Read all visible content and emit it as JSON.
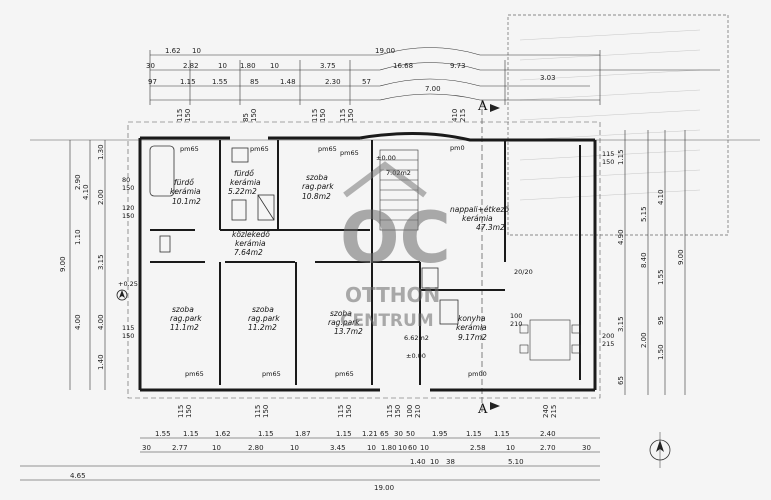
{
  "section_labels": [
    "A",
    "A"
  ],
  "rooms": [
    {
      "name": "fürdő",
      "floor": "kerámia",
      "area": "10.1m2"
    },
    {
      "name": "fürdő",
      "floor": "kerámia",
      "area": "5.22m2"
    },
    {
      "name": "szoba",
      "floor": "rag.park",
      "area": "10.8m2"
    },
    {
      "name": "közlekedő",
      "floor": "kerámia",
      "area": "7.64m2"
    },
    {
      "name": "nappali+étkező",
      "floor": "kerámia",
      "area": "47.3m2"
    },
    {
      "name": "szoba",
      "floor": "rag.park",
      "area": "11.1m2"
    },
    {
      "name": "szoba",
      "floor": "rag.park",
      "area": "11.2m2"
    },
    {
      "name": "szoba",
      "floor": "rag.park",
      "area": "13.7m2"
    },
    {
      "name": "konyha",
      "floor": "kerámia",
      "area": "9.17m2"
    }
  ],
  "extra_labels": {
    "level_plus": "±0.00",
    "level_025": "+0.25",
    "level_000": "±0.00",
    "kitchen_small": "6.62m2",
    "lobby_small": "7.02m2",
    "pm65": "pm65",
    "pm00": "pm00",
    "pm0": "pm0",
    "ratio": "20/20"
  },
  "top_dims": {
    "row1": [
      "1.62",
      "10",
      "19.00"
    ],
    "row2": [
      "30",
      "2.82",
      "10",
      "1.80",
      "10",
      "3.75",
      "16.68",
      "9.73"
    ],
    "row3": [
      "97",
      "1.15",
      "1.55",
      "85",
      "1.48",
      "2.30",
      "57",
      "7.00",
      "3.03"
    ],
    "openings": [
      "115",
      "150",
      "85",
      "150",
      "115",
      "150",
      "115",
      "150",
      "410",
      "215"
    ]
  },
  "bottom_dims": {
    "row1": [
      "1.55",
      "1.15",
      "1.62",
      "1.15",
      "1.87",
      "1.15",
      "1.21",
      "65",
      "30",
      "50",
      "1.95",
      "1.15",
      "1.15",
      "2.40"
    ],
    "row2": [
      "30",
      "2.77",
      "10",
      "2.80",
      "10",
      "3.45",
      "10",
      "1.80",
      "10",
      "60",
      "10",
      "2.58",
      "10",
      "2.70",
      "30"
    ],
    "row3": [
      "4.65",
      "1.40",
      "10",
      "38",
      "5.10"
    ],
    "total": "19.00",
    "openings": [
      "115",
      "150",
      "115",
      "150",
      "115",
      "150",
      "115",
      "150",
      "100",
      "210",
      "240",
      "215"
    ]
  },
  "left_dims": [
    "1.30",
    "2.90",
    "4.10",
    "2.00",
    "1.10",
    "3.15",
    "9.00",
    "4.00",
    "4.00",
    "1.40"
  ],
  "right_dims": [
    "1.15",
    "4.10",
    "5.15",
    "4.90",
    "8.40",
    "1.55",
    "3.15",
    "95",
    "2.00",
    "1.50",
    "65",
    "9.00"
  ],
  "window_labels": [
    "80",
    "150",
    "120",
    "150",
    "115",
    "150",
    "115",
    "150",
    "200",
    "215",
    "100",
    "210"
  ],
  "watermark": {
    "logo": "OC",
    "line1": "OTTHON",
    "line2": "CENTRUM"
  }
}
